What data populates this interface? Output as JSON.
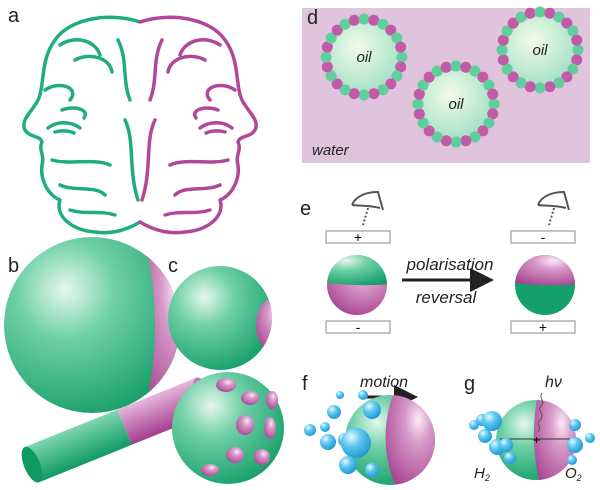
{
  "panels": {
    "a": {
      "label": "a"
    },
    "b": {
      "label": "b"
    },
    "c": {
      "label": "c"
    },
    "d": {
      "label": "d",
      "droplet_text": "oil",
      "medium_text": "water"
    },
    "e": {
      "label": "e",
      "top_left_sign": "+",
      "top_right_sign": "-",
      "bottom_left_sign": "-",
      "bottom_right_sign": "+",
      "arrow_top": "polarisation",
      "arrow_bottom": "reversal"
    },
    "f": {
      "label": "f",
      "arrow_text": "motion"
    },
    "g": {
      "label": "g",
      "light": "hν",
      "h2": "H",
      "h2_sub": "2",
      "o2": "O",
      "o2_sub": "2"
    }
  },
  "colors": {
    "green": "#1fae7a",
    "magenta": "#b2479a",
    "water": "#e0c4de",
    "bubble": "#3cb8e8"
  }
}
